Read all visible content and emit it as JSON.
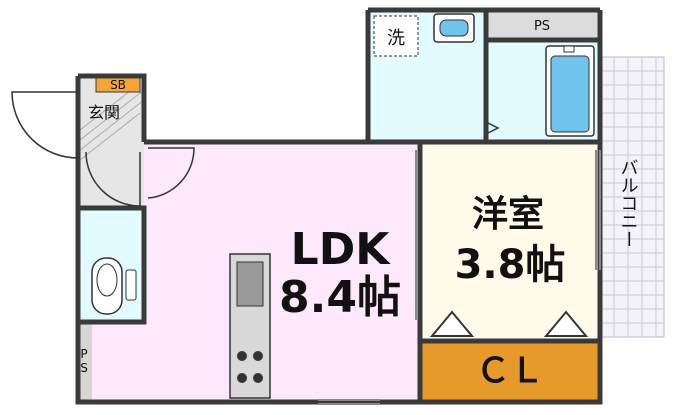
{
  "rooms": {
    "ldk_name": "LDK",
    "ldk_size": "8.4帖",
    "western_name": "洋室",
    "western_size": "3.8帖",
    "closet": "ＣＬ",
    "entrance": "玄関",
    "shoe_box": "SB",
    "washer": "洗",
    "ps_top": "PS",
    "ps_bottom_1": "P",
    "ps_bottom_2": "S",
    "balcony": "バルコニー"
  },
  "colors": {
    "ldk": "#fde9fb",
    "wet": "#e2fbff",
    "western": "#fffbea",
    "closet": "#e69a2a",
    "balcony_grid": "#b9b9cc",
    "wall": "#3a3a3a",
    "entrance": "#d6d6d6",
    "sb": "#f3a637"
  }
}
